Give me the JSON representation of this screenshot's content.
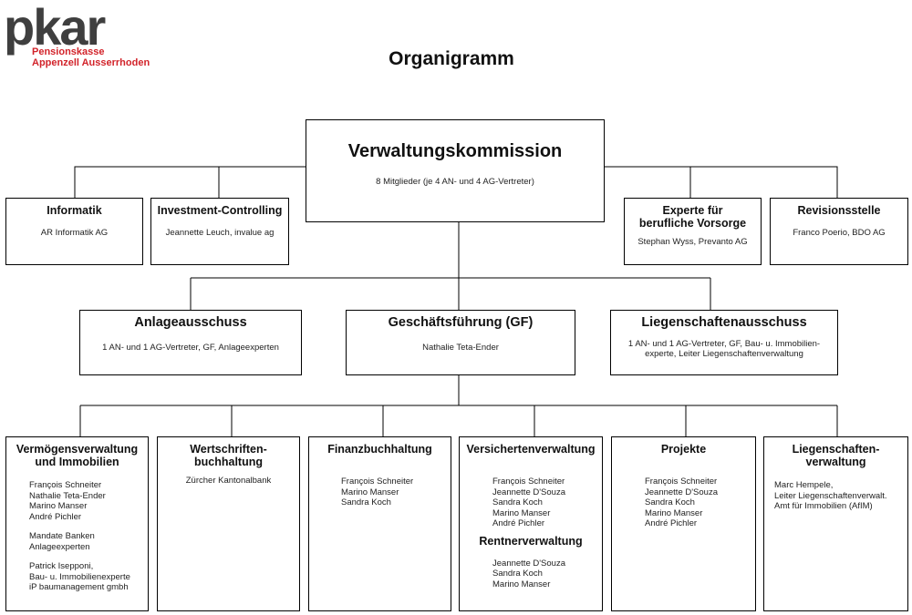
{
  "logo": {
    "mark": "pkar",
    "line1": "Pensionskasse",
    "line2": "Appenzell Ausserrhoden"
  },
  "title": "Organigramm",
  "root": {
    "title": "Verwaltungskommission",
    "desc": "8 Mitglieder (je 4 AN- und 4 AG-Vertreter)"
  },
  "side_boxes": [
    {
      "title": "Informatik",
      "desc": "AR Informatik AG"
    },
    {
      "title": "Investment-Controlling",
      "desc": "Jeannette Leuch, invalue ag"
    },
    {
      "title_lines": [
        "Experte für",
        "berufliche Vorsorge"
      ],
      "desc": "Stephan Wyss, Prevanto AG"
    },
    {
      "title": "Revisionsstelle",
      "desc": "Franco Poerio, BDO AG"
    }
  ],
  "middle": [
    {
      "title": "Anlageausschuss",
      "desc": "1 AN- und 1 AG-Vertreter, GF, Anlageexperten"
    },
    {
      "title": "Geschäftsführung (GF)",
      "desc": "Nathalie Teta-Ender"
    },
    {
      "title": "Liegenschaftenausschuss",
      "desc_lines": [
        "1 AN- und 1 AG-Vertreter, GF, Bau- u. Immobilien-",
        "experte, Leiter Liegenschaftenverwaltung"
      ]
    }
  ],
  "departments": [
    {
      "title_lines": [
        "Vermögensverwaltung",
        "und Immobilien"
      ],
      "groups": [
        [
          "François Schneiter",
          "Nathalie Teta-Ender",
          "Marino Manser",
          "André Pichler"
        ],
        [
          "Mandate Banken",
          "Anlageexperten"
        ],
        [
          "Patrick Isepponi,",
          "Bau- u. Immobilienexperte",
          "iP baumanagement gmbh"
        ]
      ]
    },
    {
      "title_lines": [
        "Wertschriften-",
        "buchhaltung"
      ],
      "desc": "Zürcher Kantonalbank"
    },
    {
      "title_lines": [
        "Finanzbuchhaltung"
      ],
      "groups": [
        [
          "François Schneiter",
          "Marino Manser",
          "Sandra Koch"
        ]
      ]
    },
    {
      "title_lines": [
        "Versichertenverwaltung"
      ],
      "groups": [
        [
          "François Schneiter",
          "Jeannette D'Souza",
          "Sandra Koch",
          "Marino Manser",
          "André Pichler"
        ]
      ],
      "sub": {
        "title": "Rentnerverwaltung",
        "items": [
          "Jeannette D'Souza",
          "Sandra Koch",
          "Marino Manser"
        ]
      }
    },
    {
      "title_lines": [
        "Projekte"
      ],
      "groups": [
        [
          "François Schneiter",
          "Jeannette D'Souza",
          "Sandra Koch",
          "Marino Manser",
          "André Pichler"
        ]
      ]
    },
    {
      "title_lines": [
        "Liegenschaften-",
        "verwaltung"
      ],
      "groups": [
        [
          "Marc Hempele,",
          "Leiter Liegenschaftenverwalt.",
          "Amt für Immobilien (AfIM)"
        ]
      ]
    }
  ]
}
